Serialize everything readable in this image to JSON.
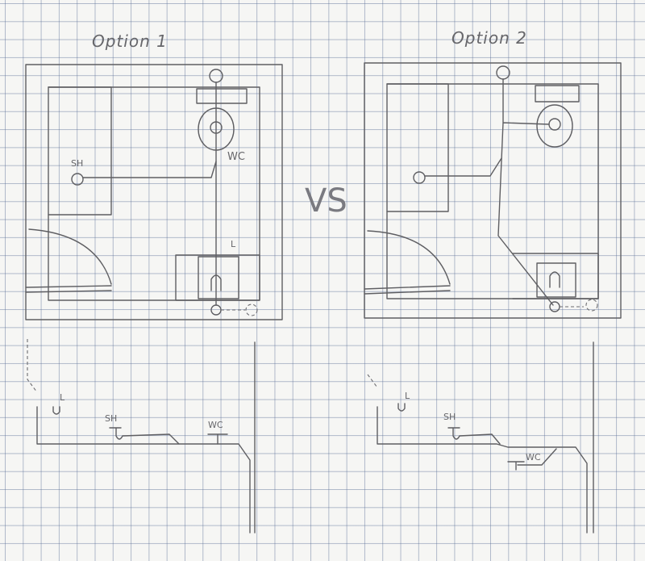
{
  "titles": {
    "option1": "Option 1",
    "option2": "Option 2",
    "vs": "VS"
  },
  "labels": {
    "option1": {
      "shower": "SH",
      "toilet": "WC",
      "lav": "L",
      "elev_lav": "L",
      "elev_shower": "SH",
      "elev_toilet": "WC"
    },
    "option2": {
      "elev_lav": "L",
      "elev_shower": "SH",
      "elev_toilet": "WC"
    }
  },
  "colors": {
    "pencil": "#5e5e62",
    "grid": "#5a6e96",
    "paper": "#f6f6f4"
  }
}
